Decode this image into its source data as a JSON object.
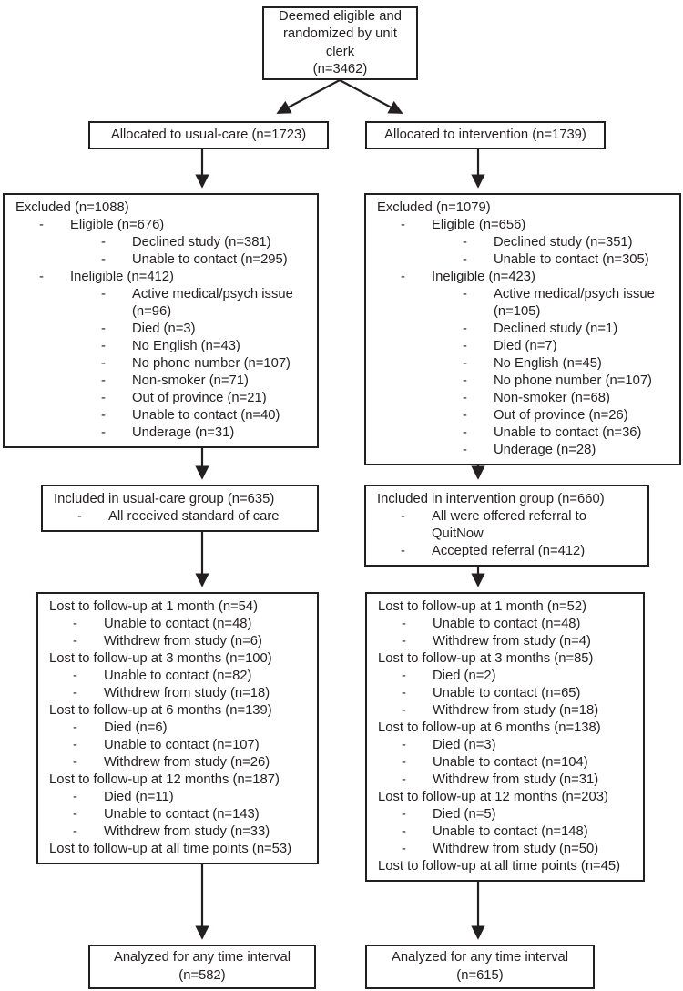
{
  "style": {
    "colors": {
      "ink": "#231f20",
      "paper": "#ffffff"
    },
    "bullet_char": "-"
  },
  "top_box": {
    "text": "Deemed eligible and\nrandomized by unit\nclerk\n(n=3462)"
  },
  "left_column": {
    "allocated": "Allocated to usual-care (n=1723)",
    "excluded_items": [
      {
        "text": "Excluded (n=1088)",
        "level": 0
      },
      {
        "text": "Eligible (n=676)",
        "level": 1
      },
      {
        "text": "Declined study (n=381)",
        "level": 2
      },
      {
        "text": "Unable to contact (n=295)",
        "level": 2
      },
      {
        "text": "Ineligible (n=412)",
        "level": 1
      },
      {
        "text": "Active medical/psych issue",
        "level": 2
      },
      {
        "text": "(n=96)",
        "level": 2,
        "cont": true
      },
      {
        "text": "Died (n=3)",
        "level": 2
      },
      {
        "text": "No English (n=43)",
        "level": 2
      },
      {
        "text": "No phone number (n=107)",
        "level": 2
      },
      {
        "text": "Non-smoker (n=71)",
        "level": 2
      },
      {
        "text": "Out of province (n=21)",
        "level": 2
      },
      {
        "text": "Unable to contact (n=40)",
        "level": 2
      },
      {
        "text": "Underage (n=31)",
        "level": 2
      }
    ],
    "included_items": [
      {
        "text": "Included in usual-care group (n=635)",
        "level": 0
      },
      {
        "text": "All received standard of care",
        "level": 1
      }
    ],
    "followup_items": [
      {
        "text": "Lost to follow-up at 1 month (n=54)",
        "level": 0
      },
      {
        "text": "Unable to contact (n=48)",
        "level": 1
      },
      {
        "text": "Withdrew from study (n=6)",
        "level": 1
      },
      {
        "text": "Lost to follow-up at 3 months (n=100)",
        "level": 0
      },
      {
        "text": "Unable to contact (n=82)",
        "level": 1
      },
      {
        "text": "Withdrew from study (n=18)",
        "level": 1
      },
      {
        "text": "Lost to follow-up at 6 months (n=139)",
        "level": 0
      },
      {
        "text": "Died (n=6)",
        "level": 1
      },
      {
        "text": "Unable to contact (n=107)",
        "level": 1
      },
      {
        "text": "Withdrew from study (n=26)",
        "level": 1
      },
      {
        "text": "Lost to follow-up at 12 months (n=187)",
        "level": 0
      },
      {
        "text": "Died (n=11)",
        "level": 1
      },
      {
        "text": "Unable to contact (n=143)",
        "level": 1
      },
      {
        "text": "Withdrew from study (n=33)",
        "level": 1
      },
      {
        "text": "Lost to follow-up at all time points (n=53)",
        "level": 0
      }
    ],
    "analyzed": "Analyzed for any time interval\n(n=582)"
  },
  "right_column": {
    "allocated": "Allocated to intervention (n=1739)",
    "excluded_items": [
      {
        "text": "Excluded (n=1079)",
        "level": 0
      },
      {
        "text": "Eligible (n=656)",
        "level": 1
      },
      {
        "text": "Declined study (n=351)",
        "level": 2
      },
      {
        "text": "Unable to contact (n=305)",
        "level": 2
      },
      {
        "text": "Ineligible (n=423)",
        "level": 1
      },
      {
        "text": "Active medical/psych issue",
        "level": 2
      },
      {
        "text": "(n=105)",
        "level": 2,
        "cont": true
      },
      {
        "text": "Declined study (n=1)",
        "level": 2
      },
      {
        "text": "Died (n=7)",
        "level": 2
      },
      {
        "text": "No English (n=45)",
        "level": 2
      },
      {
        "text": "No phone number (n=107)",
        "level": 2
      },
      {
        "text": "Non-smoker (n=68)",
        "level": 2
      },
      {
        "text": "Out of province (n=26)",
        "level": 2
      },
      {
        "text": "Unable to contact (n=36)",
        "level": 2
      },
      {
        "text": "Underage (n=28)",
        "level": 2
      }
    ],
    "included_items": [
      {
        "text": "Included in intervention group (n=660)",
        "level": 0
      },
      {
        "text": "All were offered referral to",
        "level": 1
      },
      {
        "text": "QuitNow",
        "level": 1,
        "cont": true
      },
      {
        "text": "Accepted referral (n=412)",
        "level": 1
      }
    ],
    "followup_items": [
      {
        "text": "Lost to follow-up at 1 month (n=52)",
        "level": 0
      },
      {
        "text": "Unable to contact (n=48)",
        "level": 1
      },
      {
        "text": "Withdrew from study (n=4)",
        "level": 1
      },
      {
        "text": "Lost to follow-up at 3 months (n=85)",
        "level": 0
      },
      {
        "text": "Died (n=2)",
        "level": 1
      },
      {
        "text": "Unable to contact (n=65)",
        "level": 1
      },
      {
        "text": "Withdrew from study (n=18)",
        "level": 1
      },
      {
        "text": "Lost to follow-up at 6 months (n=138)",
        "level": 0
      },
      {
        "text": "Died (n=3)",
        "level": 1
      },
      {
        "text": "Unable to contact (n=104)",
        "level": 1
      },
      {
        "text": "Withdrew from study (n=31)",
        "level": 1
      },
      {
        "text": "Lost to follow-up at 12 months (n=203)",
        "level": 0
      },
      {
        "text": "Died (n=5)",
        "level": 1
      },
      {
        "text": "Unable to contact (n=148)",
        "level": 1
      },
      {
        "text": "Withdrew from study (n=50)",
        "level": 1
      },
      {
        "text": "Lost to follow-up at all time points (n=45)",
        "level": 0
      }
    ],
    "analyzed": "Analyzed for any time interval\n(n=615)"
  }
}
